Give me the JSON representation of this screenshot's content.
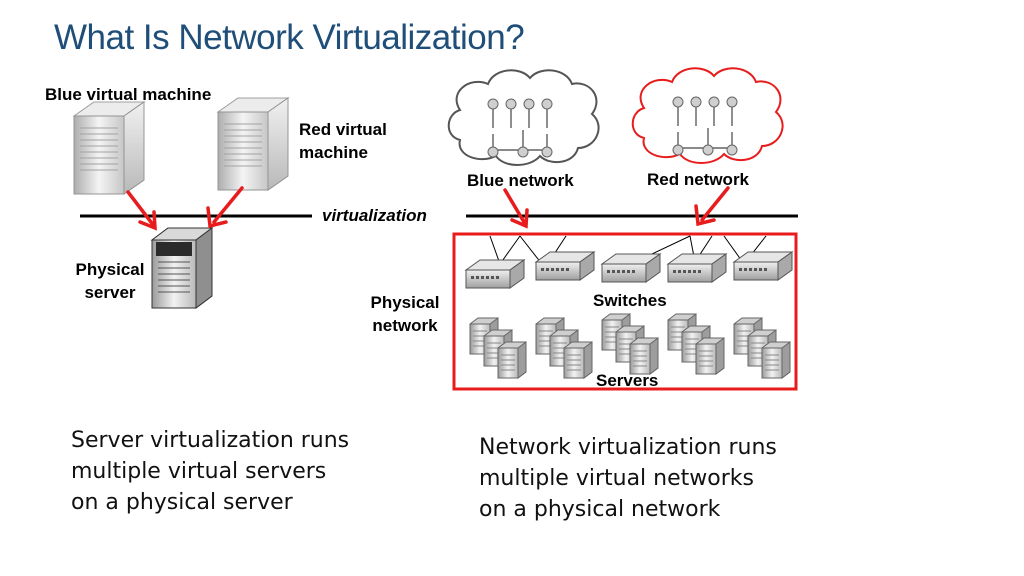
{
  "title": "What Is Network Virtualization?",
  "labels": {
    "blue_vm": "Blue virtual machine",
    "red_vm": [
      "Red virtual",
      "machine"
    ],
    "physical_server": [
      "Physical",
      "server"
    ],
    "virtualization": "virtualization",
    "blue_network": "Blue network",
    "red_network": "Red network",
    "physical_network": [
      "Physical",
      "network"
    ],
    "switches": "Switches",
    "servers": "Servers"
  },
  "captions": {
    "server_virtualization": [
      "Server virtualization runs",
      "multiple virtual servers",
      "on a physical server"
    ],
    "network_virtualization": [
      "Network virtualization runs",
      "multiple virtual networks",
      "on a physical network"
    ]
  },
  "colors": {
    "title": "#1f4e79",
    "arrow": "#e81c1c",
    "red_outline": "#e81c1c",
    "cloud_outline": "#555555",
    "line": "#000000"
  },
  "icons": [
    "server-tower-icon",
    "network-cloud-icon",
    "network-switch-icon",
    "server-cluster-icon",
    "red-arrow-icon"
  ]
}
